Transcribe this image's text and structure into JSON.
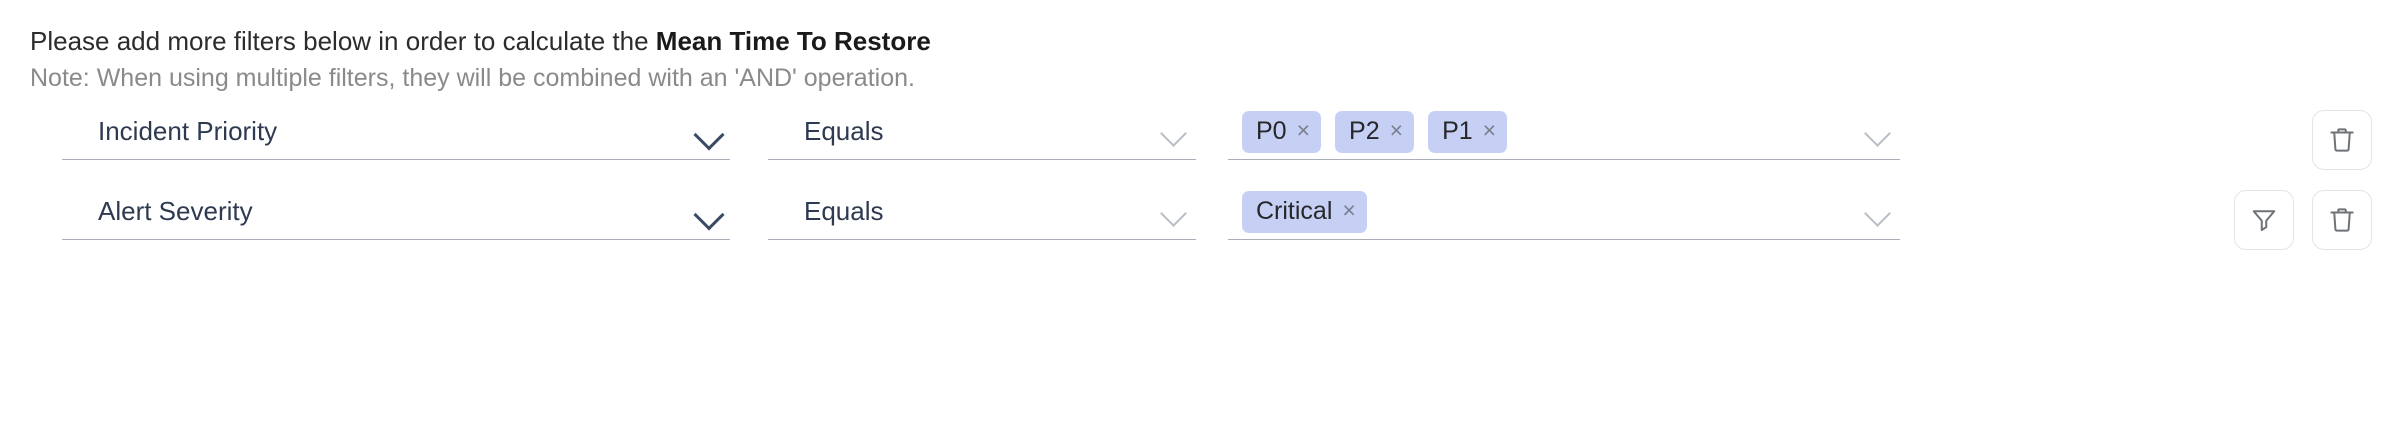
{
  "header": {
    "instruction_prefix": "Please add more filters below in order to calculate the ",
    "instruction_metric": "Mean Time To Restore",
    "note": "Note: When using multiple filters, they will be combined with an 'AND' operation."
  },
  "colors": {
    "chip_background": "#c6d0f5",
    "chip_text": "#27272a",
    "select_text": "#2e3a50",
    "note_text": "#8a8a8a",
    "underline": "#a9aeb8",
    "icon_border": "#e2e4e8",
    "icon_stroke": "#6f7378"
  },
  "filters": [
    {
      "field": "Incident Priority",
      "operator": "Equals",
      "values": [
        "P0",
        "P2",
        "P1"
      ],
      "remove_chip_label": "×",
      "field_chevron": "chevron-down-icon",
      "operator_chevron": "chevron-down-icon",
      "value_chevron": "chevron-down-icon",
      "actions": [
        "delete-filter-button"
      ]
    },
    {
      "field": "Alert Severity",
      "operator": "Equals",
      "values": [
        "Critical"
      ],
      "remove_chip_label": "×",
      "field_chevron": "chevron-down-icon",
      "operator_chevron": "chevron-down-icon",
      "value_chevron": "chevron-down-icon",
      "actions": [
        "add-filter-button",
        "delete-filter-button"
      ]
    }
  ]
}
